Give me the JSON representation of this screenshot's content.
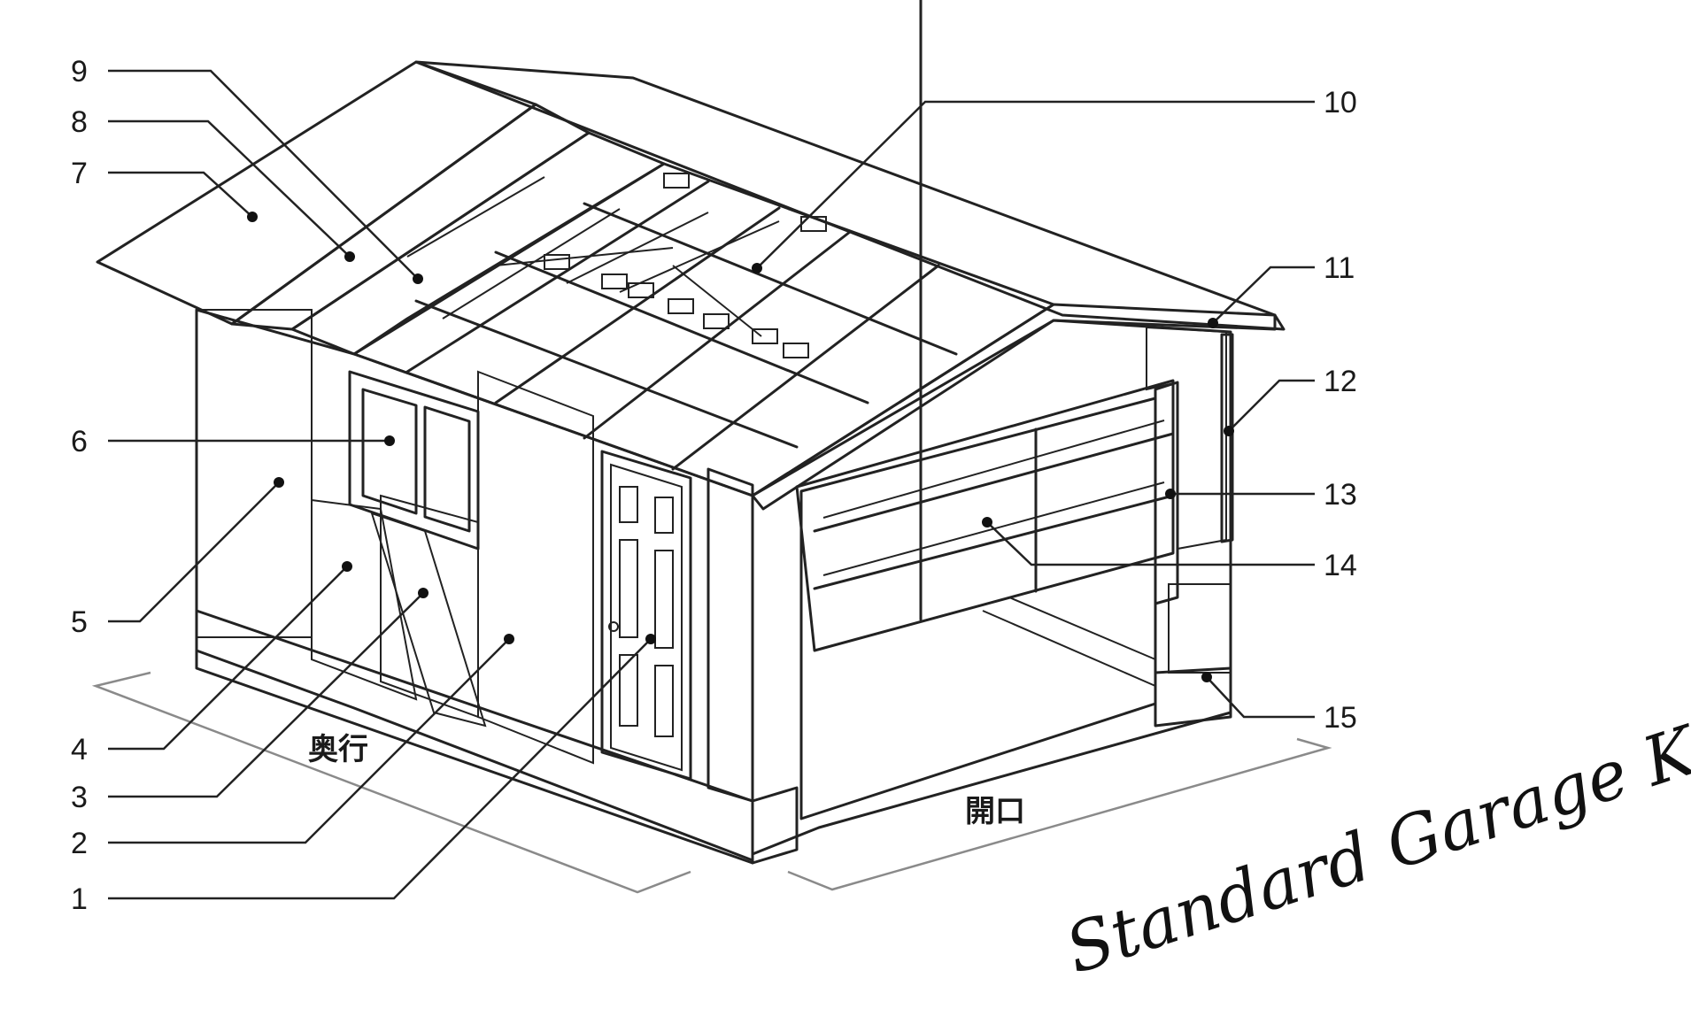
{
  "callouts": [
    {
      "number": "1"
    },
    {
      "number": "2"
    },
    {
      "number": "3"
    },
    {
      "number": "4"
    },
    {
      "number": "5"
    },
    {
      "number": "6"
    },
    {
      "number": "7"
    },
    {
      "number": "8"
    },
    {
      "number": "9"
    },
    {
      "number": "10"
    },
    {
      "number": "11"
    },
    {
      "number": "12"
    },
    {
      "number": "13"
    },
    {
      "number": "14"
    },
    {
      "number": "15"
    }
  ],
  "dimensions": {
    "depth": "奥行",
    "opening": "開口"
  },
  "title": "Standard Garage Kit",
  "colors": {
    "line": "#222222",
    "background": "#ffffff"
  }
}
